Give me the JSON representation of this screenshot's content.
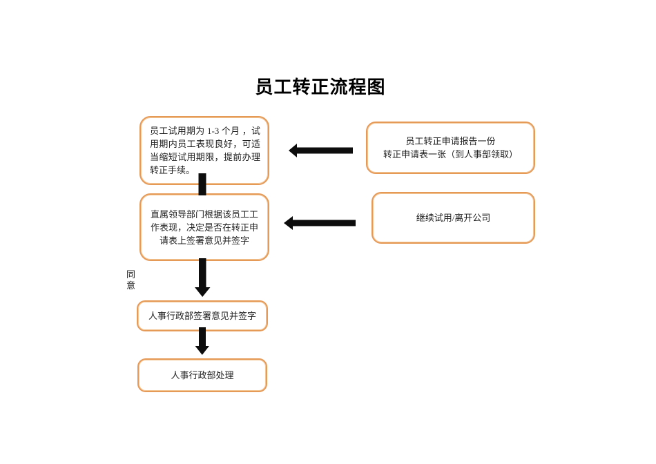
{
  "flowchart": {
    "title": "员工转正流程图",
    "nodes": [
      {
        "name": "probation-period-note",
        "text": "员工试用期为 1-3 个月 ，试用期内员工表现良好，可适当缩短试用期限，提前办理转正手续。"
      },
      {
        "name": "application-materials",
        "line1": "员工转正申请报告一份",
        "line2": "转正申请表一张（到人事部领取）"
      },
      {
        "name": "supervisor-review",
        "text": "直属领导部门根据该员工工作表现，决定是否在转正申请表上签署意见并签字"
      },
      {
        "name": "continue-or-leave",
        "text": "继续试用/离开公司"
      },
      {
        "name": "hr-admin-sign",
        "text": "人事行政部签署意见并签字"
      },
      {
        "name": "hr-admin-process",
        "text": "人事行政部处理"
      }
    ],
    "edge_labels": {
      "agree": "同意"
    },
    "arrows": [
      {
        "name": "arrow-materials-to-probation",
        "direction": "left"
      },
      {
        "name": "arrow-continue-to-supervisor",
        "direction": "left"
      },
      {
        "name": "connector-probation-to-supervisor",
        "direction": "down"
      },
      {
        "name": "arrow-supervisor-to-hr-sign",
        "direction": "down"
      },
      {
        "name": "arrow-hr-sign-to-hr-process",
        "direction": "down"
      }
    ]
  },
  "colors": {
    "node_border": "#E69A58",
    "node_border_inner": "#F4C797",
    "arrow": "#0D0D0D",
    "text": "#1F1F1F",
    "background": "#FFFFFF"
  }
}
